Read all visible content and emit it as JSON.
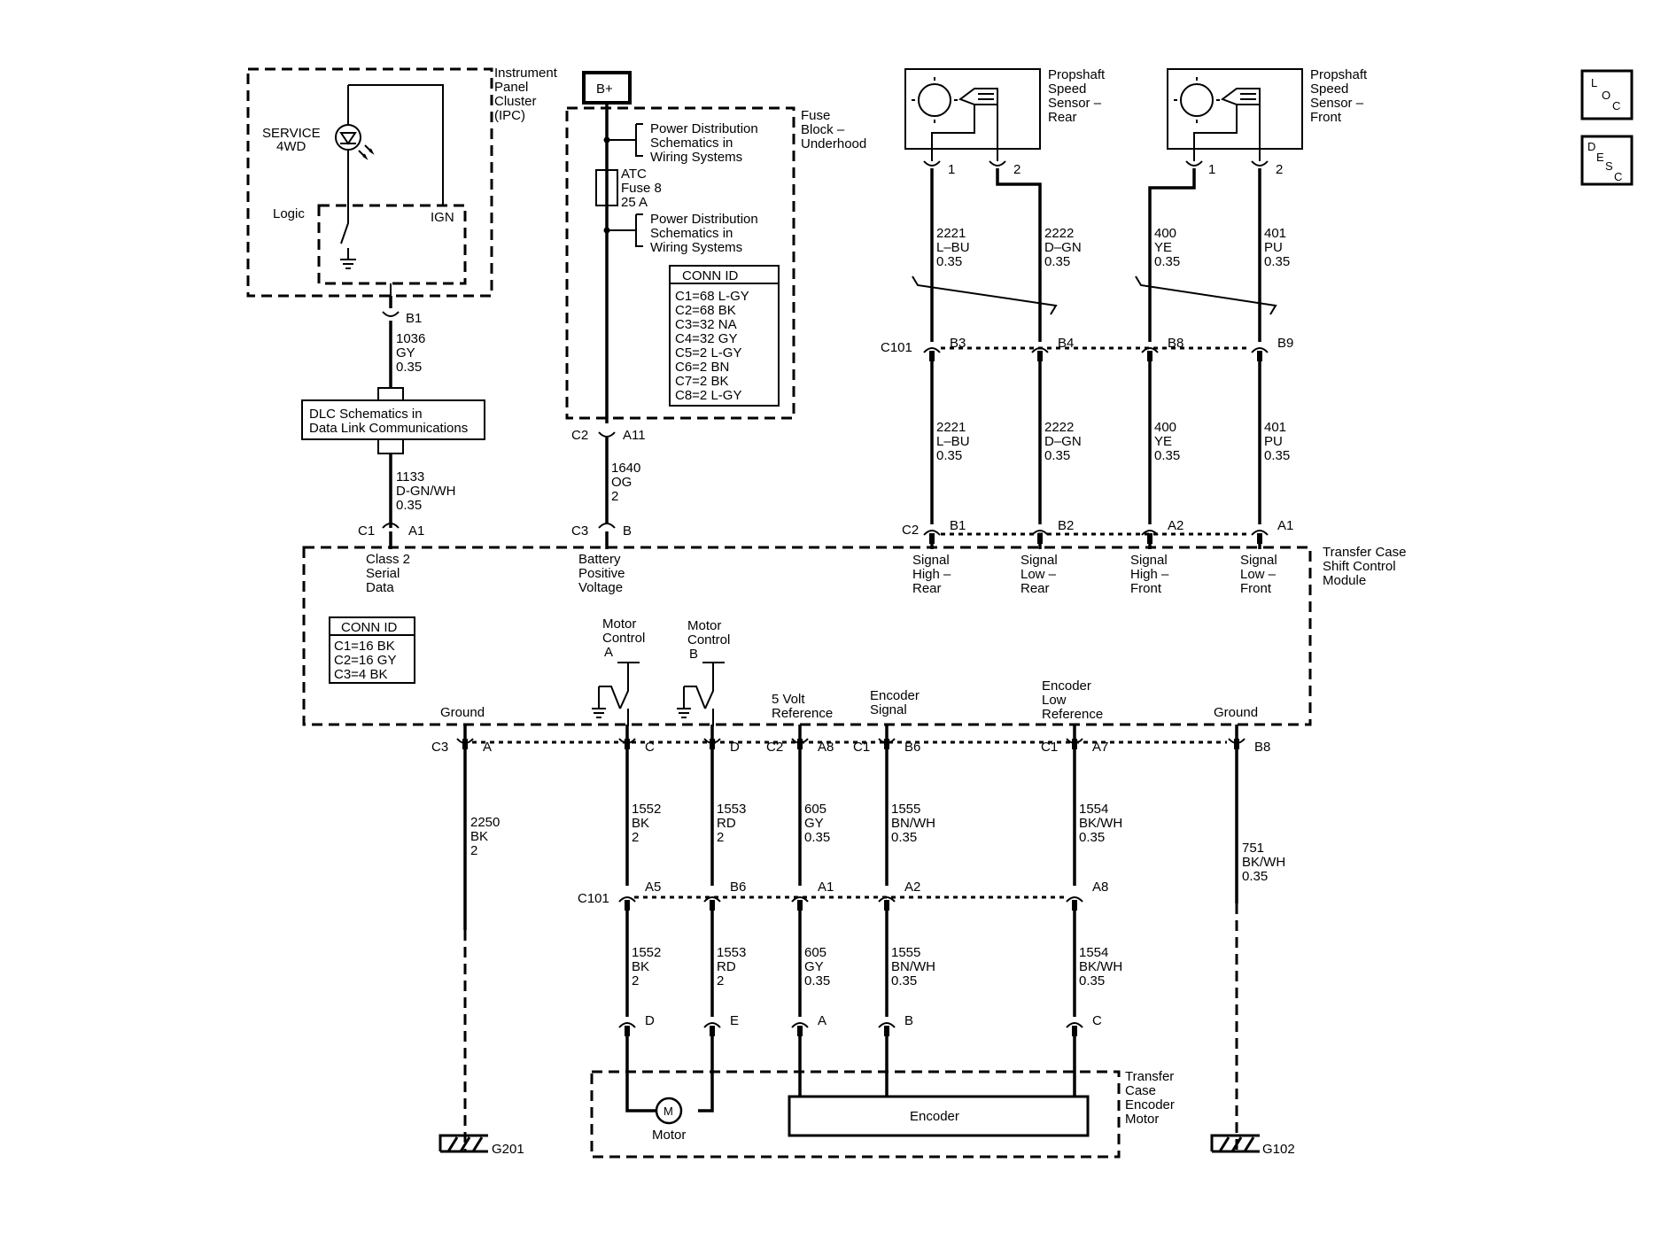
{
  "ipc": {
    "title": [
      "Instrument",
      "Panel",
      "Cluster",
      "(IPC)"
    ],
    "service_line1": "SERVICE",
    "service_line2": "4WD",
    "logic": "Logic",
    "ign": "IGN",
    "pin": "B1"
  },
  "fuse_block": {
    "battery": "B+",
    "title": [
      "Fuse",
      "Block –",
      "Underhood"
    ],
    "power_dist_1": [
      "Power Distribution",
      "Schematics in",
      "Wiring Systems"
    ],
    "fuse": [
      "ATC",
      "Fuse 8",
      "25 A"
    ],
    "power_dist_2": [
      "Power Distribution",
      "Schematics in",
      "Wiring Systems"
    ],
    "conn_id_title": "CONN ID",
    "conn_id": [
      "C1=68 L-GY",
      "C2=68 BK",
      "C3=32 NA",
      "C4=32 GY",
      "C5=2 L-GY",
      "C6=2 BN",
      "C7=2 BK",
      "C8=2 L-GY"
    ],
    "out_conn": "C2",
    "out_pin": "A11"
  },
  "dlc": {
    "label": [
      "DLC Schematics in",
      "Data Link Communications"
    ]
  },
  "sensors": {
    "rear": {
      "title": [
        "Propshaft",
        "Speed",
        "Sensor –",
        "Rear"
      ],
      "pin1": "1",
      "pin2": "2"
    },
    "front": {
      "title": [
        "Propshaft",
        "Speed",
        "Sensor –",
        "Front"
      ],
      "pin1": "1",
      "pin2": "2"
    }
  },
  "wires_top": [
    {
      "circuit": "1036",
      "color": "GY",
      "gauge": "0.35"
    },
    {
      "circuit": "1133",
      "color": "D-GN/WH",
      "gauge": "0.35"
    },
    {
      "circuit": "1640",
      "color": "OG",
      "gauge": "2"
    }
  ],
  "sensor_wires": [
    {
      "circuit": "2221",
      "color": "L–BU",
      "gauge": "0.35",
      "c101_pin": "B3",
      "c2_pin": "B1",
      "module_label": [
        "Signal",
        "High –",
        "Rear"
      ]
    },
    {
      "circuit": "2222",
      "color": "D–GN",
      "gauge": "0.35",
      "c101_pin": "B4",
      "c2_pin": "B2",
      "module_label": [
        "Signal",
        "Low –",
        "Rear"
      ]
    },
    {
      "circuit": "400",
      "color": "YE",
      "gauge": "0.35",
      "c101_pin": "B8",
      "c2_pin": "A2",
      "module_label": [
        "Signal",
        "High –",
        "Front"
      ]
    },
    {
      "circuit": "401",
      "color": "PU",
      "gauge": "0.35",
      "c101_pin": "B9",
      "c2_pin": "A1",
      "module_label": [
        "Signal",
        "Low –",
        "Front"
      ]
    }
  ],
  "connectors": {
    "c101": "C101",
    "c2": "C2",
    "c1": "C1",
    "c3": "C3",
    "c1_pin_a1": "A1",
    "c3_pin_b": "B"
  },
  "module": {
    "title": [
      "Transfer Case",
      "Shift Control",
      "Module"
    ],
    "class2": [
      "Class 2",
      "Serial",
      "Data"
    ],
    "battery": [
      "Battery",
      "Positive",
      "Voltage"
    ],
    "conn_id_title": "CONN ID",
    "conn_id": [
      "C1=16 BK",
      "C2=16 GY",
      "C3=4 BK"
    ],
    "motor_a": [
      "Motor",
      "Control",
      "A"
    ],
    "motor_b": [
      "Motor",
      "Control",
      "B"
    ],
    "ground_left": "Ground",
    "five_volt": [
      "5 Volt",
      "Reference"
    ],
    "encoder_signal": [
      "Encoder",
      "Signal"
    ],
    "encoder_low": [
      "Encoder",
      "Low",
      "Reference"
    ],
    "ground_right": "Ground"
  },
  "bottom_pins": {
    "ground_left": {
      "conn": "C3",
      "pin": "A"
    },
    "motor_a": {
      "pin": "C"
    },
    "motor_b": {
      "pin": "D"
    },
    "five_volt": {
      "conn": "C2",
      "pin": "A8"
    },
    "encoder_signal": {
      "conn": "C1",
      "pin": "B6"
    },
    "encoder_low": {
      "conn": "C1",
      "pin": "A7"
    },
    "ground_right": {
      "pin": "B8"
    }
  },
  "bottom_wires": {
    "g201": {
      "circuit": "2250",
      "color": "BK",
      "gauge": "2"
    },
    "motor_a": {
      "circuit": "1552",
      "color": "BK",
      "gauge": "2",
      "c101_pin": "A5",
      "motor_pin": "D"
    },
    "motor_b": {
      "circuit": "1553",
      "color": "RD",
      "gauge": "2",
      "c101_pin": "B6",
      "motor_pin": "E"
    },
    "five_volt": {
      "circuit": "605",
      "color": "GY",
      "gauge": "0.35",
      "c101_pin": "A1",
      "motor_pin": "A"
    },
    "encoder_signal": {
      "circuit": "1555",
      "color": "BN/WH",
      "gauge": "0.35",
      "c101_pin": "A2",
      "motor_pin": "B"
    },
    "encoder_low": {
      "circuit": "1554",
      "color": "BK/WH",
      "gauge": "0.35",
      "c101_pin": "A8",
      "motor_pin": "C"
    },
    "g102": {
      "circuit": "751",
      "color": "BK/WH",
      "gauge": "0.35"
    }
  },
  "encoder_motor": {
    "title": [
      "Transfer",
      "Case",
      "Encoder",
      "Motor"
    ],
    "motor_symbol": "M",
    "motor_label": "Motor",
    "encoder_label": "Encoder"
  },
  "grounds": {
    "left": "G201",
    "right": "G102"
  },
  "badges": {
    "loc": [
      "L",
      "O",
      "C"
    ],
    "desc": [
      "D",
      "E",
      "S",
      "C"
    ]
  }
}
